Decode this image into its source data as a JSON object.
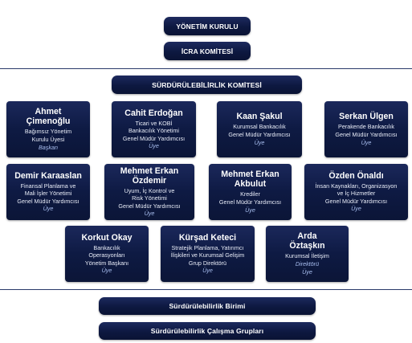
{
  "top": {
    "board": "YÖNETİM KURULU",
    "executive": "İCRA KOMİTESİ",
    "committee": "SÜRDÜRÜLEBİLİRLİK KOMİTESİ"
  },
  "members": [
    {
      "name": [
        "Ahmet",
        "Çimenoğlu"
      ],
      "title": [
        "Bağımsız Yönetim",
        "Kurulu Üyesi"
      ],
      "role": "Başkan"
    },
    {
      "name": [
        "Cahit Erdoğan"
      ],
      "title": [
        "Ticari ve KOBİ",
        "Bankacılık Yönetimi",
        "Genel Müdür Yardımcısı"
      ],
      "role": "Üye"
    },
    {
      "name": [
        "Kaan Şakul"
      ],
      "title": [
        "Kurumsal Bankacılık",
        "Genel Müdür Yardımcısı"
      ],
      "role": "Üye"
    },
    {
      "name": [
        "Serkan Ülgen"
      ],
      "title": [
        "Perakende Bankacılık",
        "Genel Müdür Yardımcısı"
      ],
      "role": "Üye"
    },
    {
      "name": [
        "Demir Karaaslan"
      ],
      "title": [
        "Finansal Planlama ve",
        "Mali İşler Yönetimi",
        "Genel Müdür Yardımcısı"
      ],
      "role": "Üye"
    },
    {
      "name": [
        "Mehmet Erkan Özdemir"
      ],
      "title": [
        "Uyum, İç Kontrol ve",
        "Risk Yönetimi",
        "Genel Müdür Yardımcısı"
      ],
      "role": "Üye"
    },
    {
      "name": [
        "Mehmet Erkan",
        "Akbulut"
      ],
      "title": [
        "Krediler",
        "Genel Müdür Yardımcısı"
      ],
      "role": "Üye"
    },
    {
      "name": [
        "Özden Önaldı"
      ],
      "title": [
        "İnsan Kaynakları, Organizasyon",
        "ve İç Hizmetler",
        "Genel Müdür Yardımcısı"
      ],
      "role": "Üye"
    },
    {
      "name": [
        "Korkut Okay"
      ],
      "title": [
        "Bankacılık",
        "Operasyonları",
        "Yönetim Başkanı"
      ],
      "role": "Üye"
    },
    {
      "name": [
        "Kürşad Keteci"
      ],
      "title": [
        "Stratejik Planlama, Yatırımcı",
        "İlişkileri ve Kurumsal Gelişim",
        "Grup Direktörü"
      ],
      "role": "Üye"
    },
    {
      "name": [
        "Arda",
        "Öztaşkın"
      ],
      "title": [
        "Kurumsal İletişim"
      ],
      "role": [
        "Direktörü",
        "Üye"
      ]
    }
  ],
  "bottom": {
    "unit": "Sürdürülebilirlik Birimi",
    "groups": "Sürdürülebilirlik Çalışma Grupları"
  }
}
